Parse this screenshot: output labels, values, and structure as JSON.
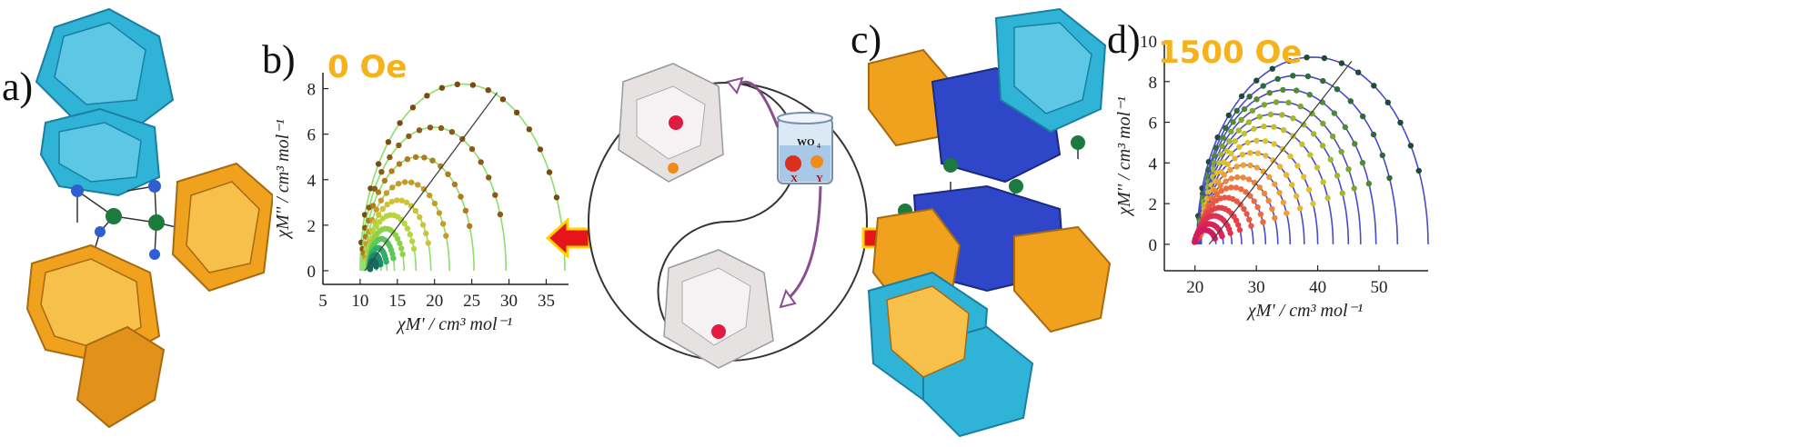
{
  "panel_labels": {
    "a": "a)",
    "b": "b)",
    "c": "c)",
    "d": "d)"
  },
  "center_scheme": {
    "beaker_label": "WO",
    "beaker_label_sub": "4",
    "x_label": "X",
    "y_label": "Y"
  },
  "colors": {
    "cyan_polyhedra": "#2fb3d6",
    "orange_polyhedra": "#f0a21e",
    "blue_polyhedra": "#2f46c8",
    "arrow_red": "#e8141c",
    "arrow_fill_yellow": "#ffd400",
    "field_text": "#f5b21a",
    "purple_arrow": "#8a4f8f"
  },
  "chart_data": [
    {
      "type": "scatter",
      "panel": "b",
      "title": "0 Oe",
      "xlabel": "χM' / cm³ mol⁻¹",
      "ylabel": "χM'' / cm³ mol⁻¹",
      "xlim": [
        5,
        38
      ],
      "ylim": [
        -0.6,
        8.7
      ],
      "xticks": [
        "5",
        "10",
        "15",
        "20",
        "25",
        "30",
        "35"
      ],
      "yticks": [
        "0",
        "2",
        "4",
        "6",
        "8"
      ],
      "grid": false,
      "series": [
        {
          "color": "#7a4a12",
          "fit_color": "#8ae06a",
          "chi_s": 10.0,
          "chi_t": 37.5,
          "peak": 8.2
        },
        {
          "color": "#8a5a16",
          "fit_color": "#8ae06a",
          "chi_s": 10.2,
          "chi_t": 29.6,
          "peak": 6.3
        },
        {
          "color": "#b07a1e",
          "fit_color": "#8ae06a",
          "chi_s": 10.4,
          "chi_t": 25.3,
          "peak": 5.0
        },
        {
          "color": "#c99a2a",
          "fit_color": "#8ae06a",
          "chi_s": 10.6,
          "chi_t": 22.0,
          "peak": 3.9
        },
        {
          "color": "#cfc23a",
          "fit_color": "#8ae06a",
          "chi_s": 10.8,
          "chi_t": 19.5,
          "peak": 3.1
        },
        {
          "color": "#b8d43e",
          "fit_color": "#8ae06a",
          "chi_s": 10.9,
          "chi_t": 17.5,
          "peak": 2.45
        },
        {
          "color": "#8fd24a",
          "fit_color": "#8ae06a",
          "chi_s": 11.0,
          "chi_t": 15.9,
          "peak": 1.85
        },
        {
          "color": "#5cc85a",
          "fit_color": "#8ae06a",
          "chi_s": 11.1,
          "chi_t": 14.6,
          "peak": 1.4
        },
        {
          "color": "#2fae66",
          "fit_color": "#8ae06a",
          "chi_s": 11.2,
          "chi_t": 13.6,
          "peak": 1.0
        },
        {
          "color": "#1b8a6a",
          "fit_color": "#8ae06a",
          "chi_s": 11.3,
          "chi_t": 12.8,
          "peak": 0.7
        },
        {
          "color": "#136a5e",
          "fit_color": "#8ae06a",
          "chi_s": 11.35,
          "chi_t": 12.2,
          "peak": 0.45
        }
      ]
    },
    {
      "type": "scatter",
      "panel": "d",
      "title": "1500 Oe",
      "xlabel": "χM' / cm³ mol⁻¹",
      "ylabel": "χM'' / cm³ mol⁻¹",
      "xlim": [
        15,
        58
      ],
      "ylim": [
        -1.3,
        10
      ],
      "xticks": [
        "20",
        "30",
        "40",
        "50"
      ],
      "yticks": [
        "0",
        "2",
        "4",
        "6",
        "8",
        "10"
      ],
      "grid": false,
      "series": [
        {
          "color": "#1d4a3a",
          "fit_color": "#4a4ac8",
          "chi_s": 20.3,
          "chi_t": 58.0,
          "peak": 9.2
        },
        {
          "color": "#2e6a3a",
          "fit_color": "#4a4ac8",
          "chi_s": 20.5,
          "chi_t": 53.0,
          "peak": 8.3
        },
        {
          "color": "#4f8a34",
          "fit_color": "#4a4ac8",
          "chi_s": 20.6,
          "chi_t": 49.5,
          "peak": 7.6
        },
        {
          "color": "#7aa82e",
          "fit_color": "#4a4ac8",
          "chi_s": 20.8,
          "chi_t": 47.0,
          "peak": 7.0
        },
        {
          "color": "#a0b82a",
          "fit_color": "#4a4ac8",
          "chi_s": 20.9,
          "chi_t": 45.0,
          "peak": 6.4
        },
        {
          "color": "#c4c229",
          "fit_color": "#4a4ac8",
          "chi_s": 21.0,
          "chi_t": 42.5,
          "peak": 5.8
        },
        {
          "color": "#e0c22c",
          "fit_color": "#4a4ac8",
          "chi_s": 21.0,
          "chi_t": 40.0,
          "peak": 5.1
        },
        {
          "color": "#eab62e",
          "fit_color": "#4a4ac8",
          "chi_s": 21.0,
          "chi_t": 37.8,
          "peak": 4.5
        },
        {
          "color": "#eea032",
          "fit_color": "#4a4ac8",
          "chi_s": 21.0,
          "chi_t": 35.5,
          "peak": 3.9
        },
        {
          "color": "#ee8638",
          "fit_color": "#4a4ac8",
          "chi_s": 20.9,
          "chi_t": 33.5,
          "peak": 3.3
        },
        {
          "color": "#ec6c3e",
          "fit_color": "#4a4ac8",
          "chi_s": 20.8,
          "chi_t": 31.5,
          "peak": 2.8
        },
        {
          "color": "#e85644",
          "fit_color": "#4a4ac8",
          "chi_s": 20.6,
          "chi_t": 29.5,
          "peak": 2.3
        },
        {
          "color": "#e4404a",
          "fit_color": "#4a4ac8",
          "chi_s": 20.4,
          "chi_t": 27.6,
          "peak": 1.8
        },
        {
          "color": "#de3050",
          "fit_color": "#4a4ac8",
          "chi_s": 20.2,
          "chi_t": 26.0,
          "peak": 1.4
        },
        {
          "color": "#d82456",
          "fit_color": "#4a4ac8",
          "chi_s": 20.0,
          "chi_t": 24.6,
          "peak": 1.0
        },
        {
          "color": "#d01c5c",
          "fit_color": "#4a4ac8",
          "chi_s": 19.9,
          "chi_t": 23.4,
          "peak": 0.7
        }
      ]
    }
  ]
}
